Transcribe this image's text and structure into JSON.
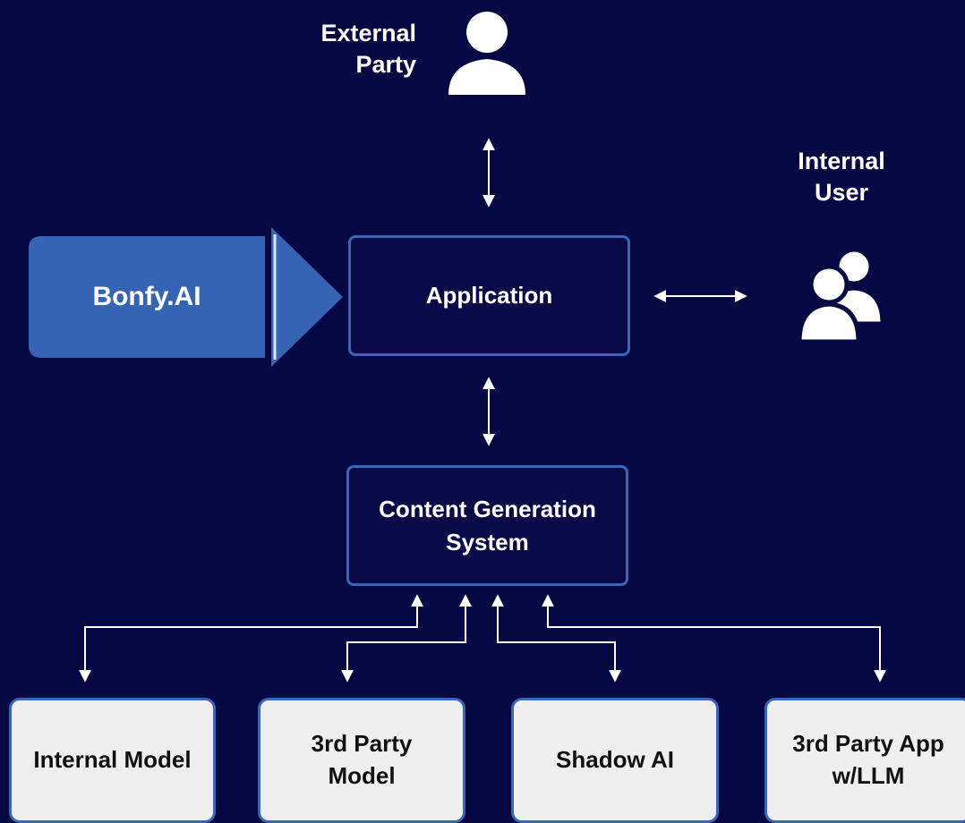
{
  "external_party": {
    "label_line1": "External",
    "label_line2": "Party",
    "icon": "person-icon"
  },
  "internal_user": {
    "label_line1": "Internal",
    "label_line2": "User",
    "icon": "users-icon"
  },
  "bonfy": {
    "label": "Bonfy.AI",
    "color": "#3564b4"
  },
  "application": {
    "label": "Application"
  },
  "content_generation": {
    "label_line1": "Content Generation",
    "label_line2": "System"
  },
  "sources": [
    {
      "label_line1": "Internal Model",
      "label_line2": ""
    },
    {
      "label_line1": "3rd Party",
      "label_line2": "Model"
    },
    {
      "label_line1": "Shadow AI",
      "label_line2": ""
    },
    {
      "label_line1": "3rd Party App",
      "label_line2": "w/LLM"
    }
  ],
  "colors": {
    "background": "#060843",
    "box_border": "#3a66b8",
    "source_fill": "#efefef",
    "connector": "#ffffff"
  }
}
